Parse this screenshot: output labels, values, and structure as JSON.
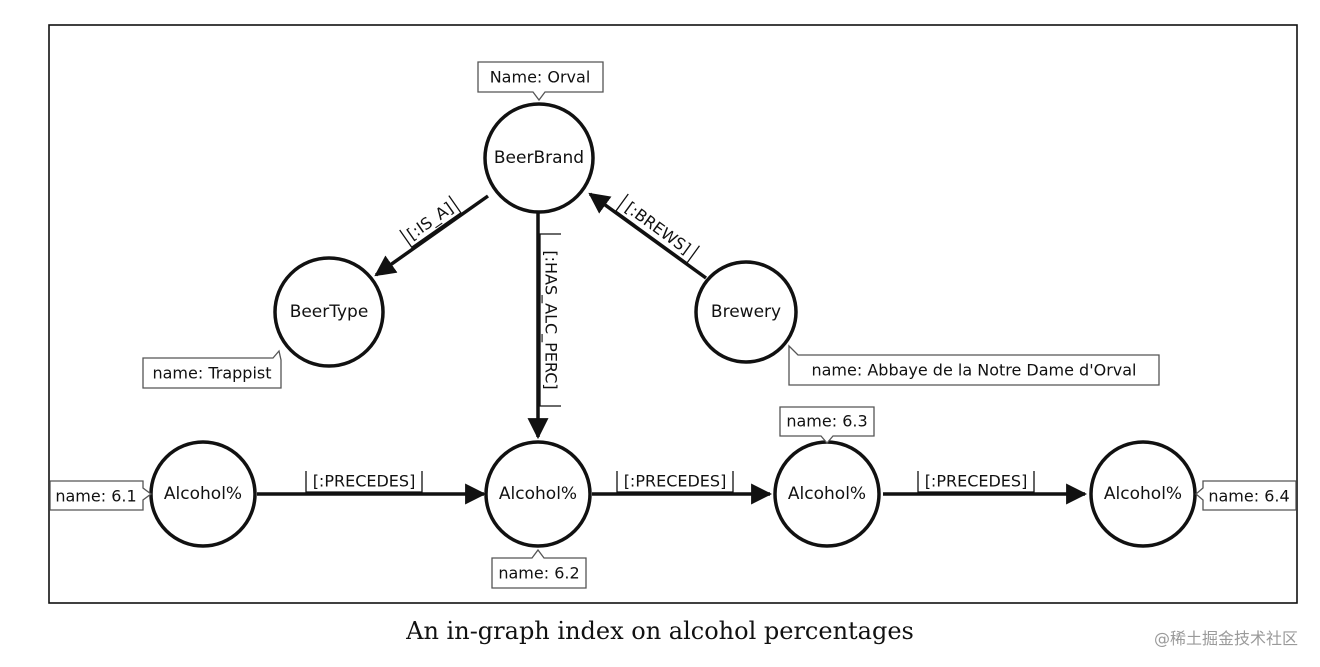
{
  "diagram": {
    "nodes": {
      "beerbrand": {
        "label": "BeerBrand",
        "property": "Name: Orval"
      },
      "beertype": {
        "label": "BeerType",
        "property": "name: Trappist"
      },
      "brewery": {
        "label": "Brewery",
        "property": "name: Abbaye de la Notre Dame d'Orval"
      },
      "alc1": {
        "label": "Alcohol%",
        "property": "name: 6.1"
      },
      "alc2": {
        "label": "Alcohol%",
        "property": "name: 6.2"
      },
      "alc3": {
        "label": "Alcohol%",
        "property": "name: 6.3"
      },
      "alc4": {
        "label": "Alcohol%",
        "property": "name: 6.4"
      }
    },
    "edges": {
      "is_a": {
        "label": "[:IS_A]",
        "from": "BeerBrand",
        "to": "BeerType"
      },
      "has_alc_perc": {
        "label": "[:HAS_ALC_PERC]",
        "from": "BeerBrand",
        "to": "Alcohol% 6.2"
      },
      "brews": {
        "label": "[:BREWS]",
        "from": "Brewery",
        "to": "BeerBrand"
      },
      "precedes_1": {
        "label": "[:PRECEDES]",
        "from": "Alcohol% 6.1",
        "to": "Alcohol% 6.2"
      },
      "precedes_2": {
        "label": "[:PRECEDES]",
        "from": "Alcohol% 6.2",
        "to": "Alcohol% 6.3"
      },
      "precedes_3": {
        "label": "[:PRECEDES]",
        "from": "Alcohol% 6.3",
        "to": "Alcohol% 6.4"
      }
    }
  },
  "caption": "An in-graph index on alcohol percentages",
  "watermark": "@稀土掘金技术社区"
}
